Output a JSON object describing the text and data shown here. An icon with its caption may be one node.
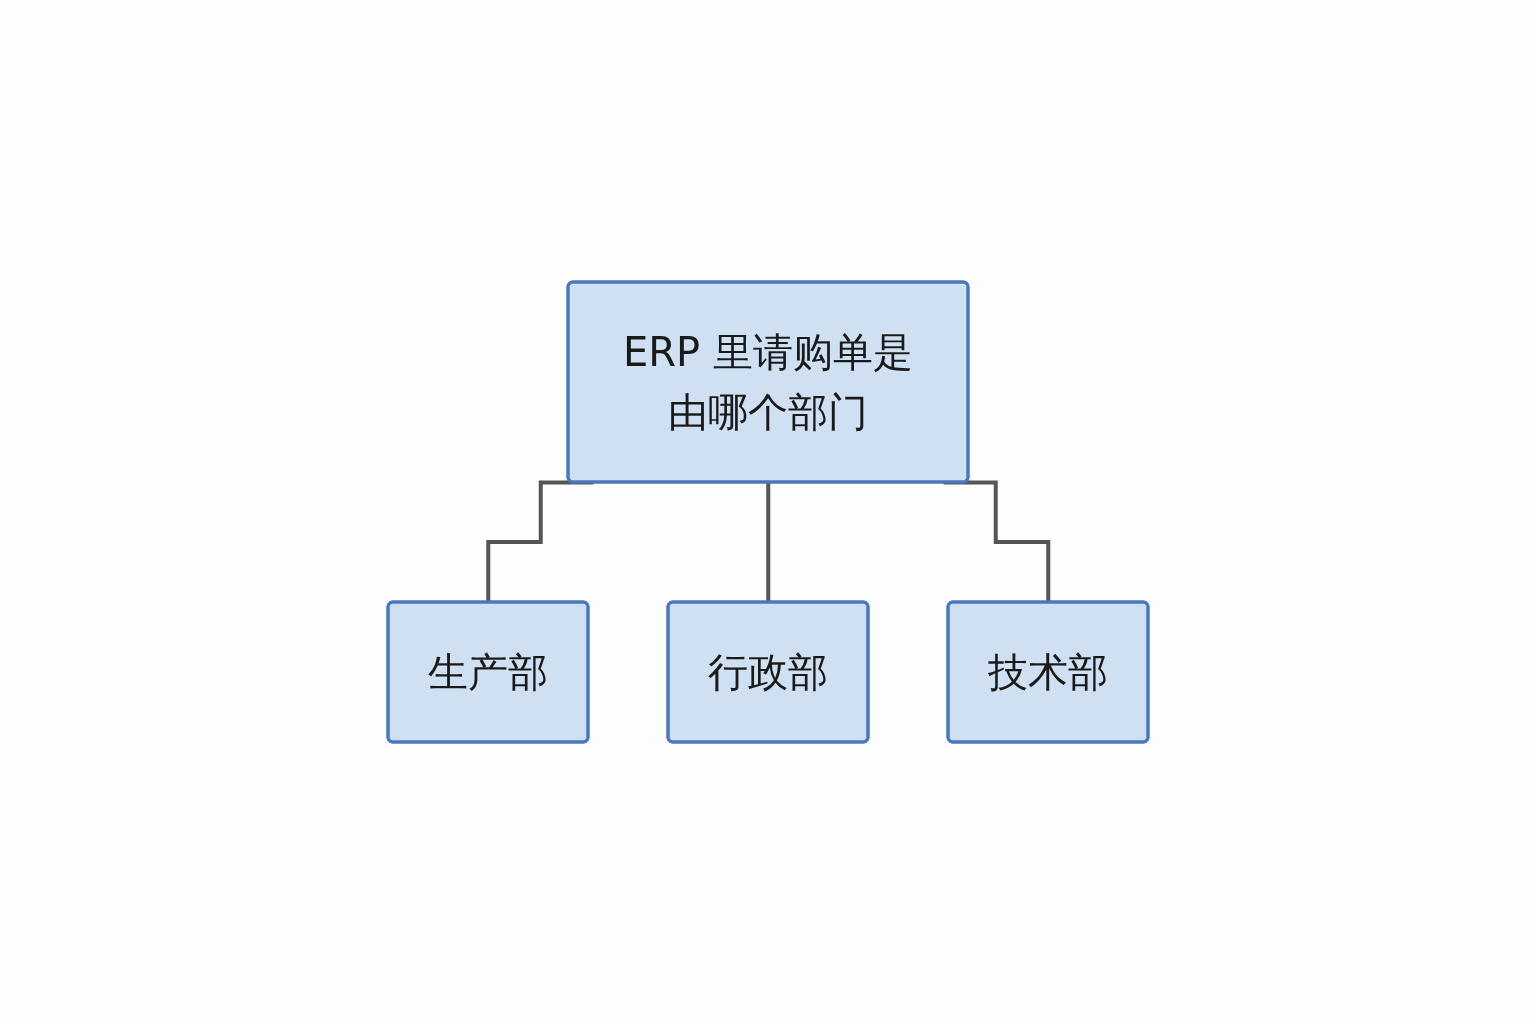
{
  "diagram": {
    "nodes": [
      {
        "text": [
          "ERP 里请购单是由哪个部门"
        ]
      },
      {
        "text": [
          "生产部"
        ]
      },
      {
        "text": [
          "行政部"
        ]
      },
      {
        "text": [
          "技术部"
        ]
      }
    ],
    "edges": [
      {
        "from": 0,
        "to": 1,
        "arrow": "none"
      },
      {
        "from": 0,
        "to": 2,
        "arrow": "none"
      },
      {
        "from": 0,
        "to": 3,
        "arrow": "none"
      }
    ]
  }
}
